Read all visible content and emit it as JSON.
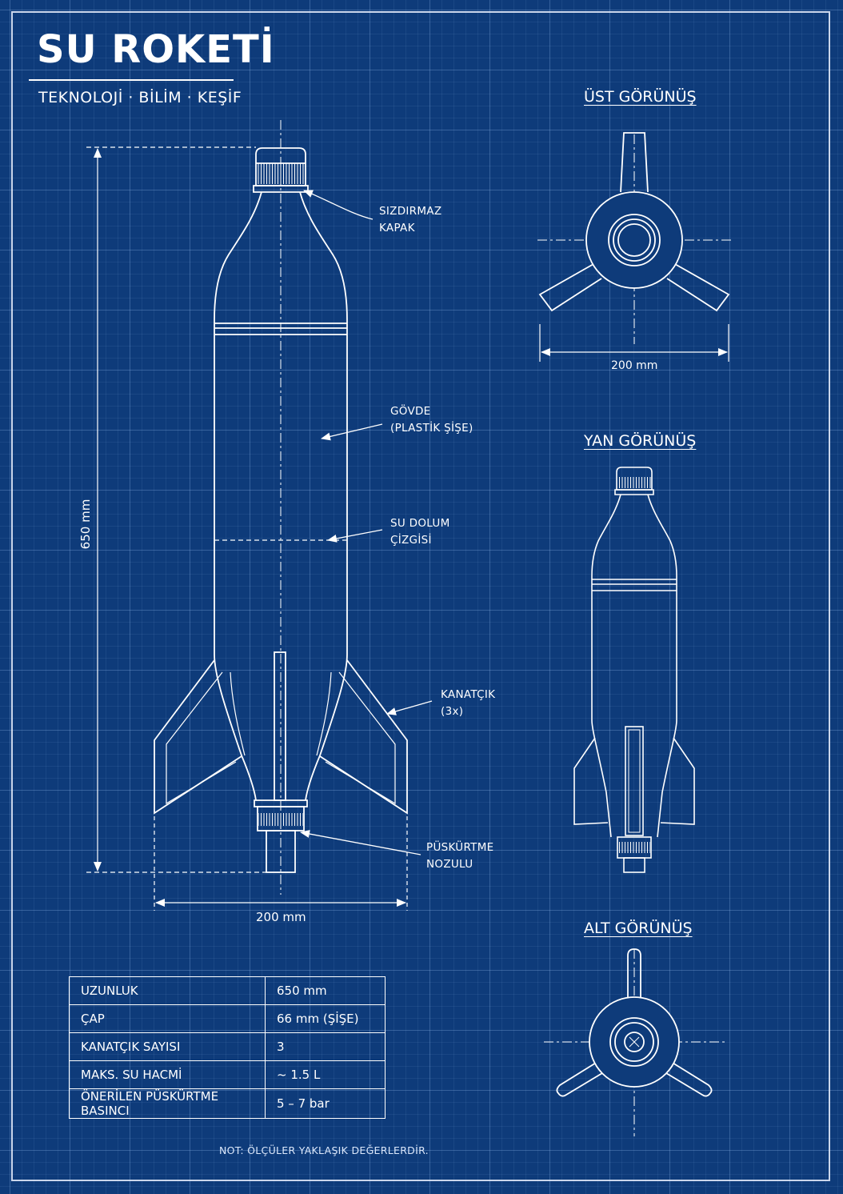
{
  "title": "SU ROKETİ",
  "subtitle": "TEKNOLOJİ · BİLİM · KEŞİF",
  "views": {
    "top": "ÜST GÖRÜNÜŞ",
    "side": "YAN GÖRÜNÜŞ",
    "bottom": "ALT GÖRÜNÜŞ"
  },
  "callouts": {
    "cap": [
      "SIZDIRMAZ",
      "KAPAK"
    ],
    "body": [
      "GÖVDE",
      "(PLASTİK ŞİŞE)"
    ],
    "water": [
      "SU DOLUM",
      "ÇİZGİSİ"
    ],
    "fins": [
      "KANATÇIK",
      "(3x)"
    ],
    "nozzle": [
      "PÜSKÜRTME",
      "NOZULU"
    ]
  },
  "dimensions": {
    "height": "650 mm",
    "width": "200 mm",
    "top_width": "200 mm"
  },
  "specs": [
    {
      "label": "UZUNLUK",
      "value": "650 mm"
    },
    {
      "label": "ÇAP",
      "value": "66 mm (ŞİŞE)"
    },
    {
      "label": "KANATÇIK SAYISI",
      "value": "3"
    },
    {
      "label": "MAKS. SU HACMİ",
      "value": "~ 1.5 L"
    },
    {
      "label": "ÖNERİLEN PÜSKÜRTME BASINCI",
      "value": "5 – 7 bar"
    }
  ],
  "note": "NOT: ÖLÇÜLER YAKLAŞIK DEĞERLERDİR.",
  "colors": {
    "background": "#0e3b7a",
    "line": "#ffffff"
  }
}
